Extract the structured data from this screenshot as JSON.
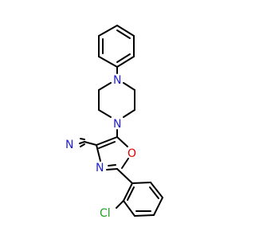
{
  "molecule": {
    "atoms": [
      {
        "id": "N_nitrile",
        "text": "N",
        "color": "#1f1fd6"
      },
      {
        "id": "N_oxazole",
        "text": "N",
        "color": "#1f1fd6"
      },
      {
        "id": "O_oxazole",
        "text": "O",
        "color": "#e00000"
      },
      {
        "id": "N_pip_top",
        "text": "N",
        "color": "#1f1fd6"
      },
      {
        "id": "N_pip_bottom",
        "text": "N",
        "color": "#1f1fd6"
      },
      {
        "id": "Cl",
        "text": "Cl",
        "color": "#20a020"
      }
    ]
  }
}
